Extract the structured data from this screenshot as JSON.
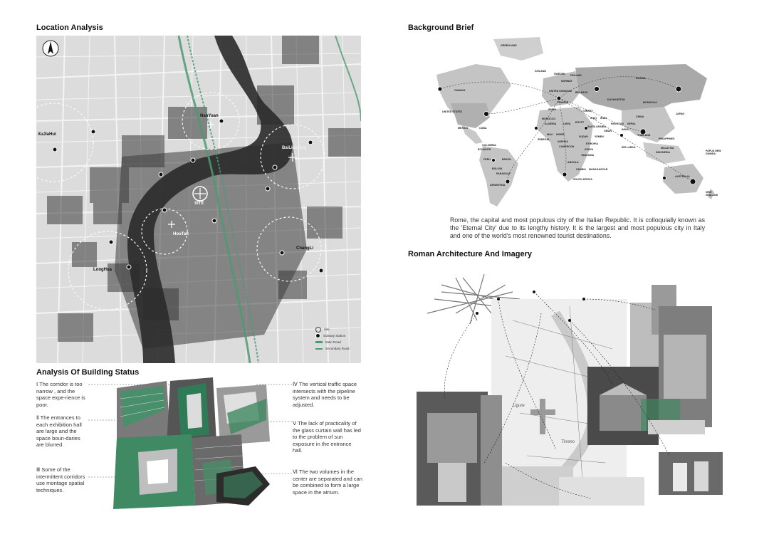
{
  "location": {
    "title": "Location Analysis",
    "places": {
      "nanyuan": "NanYuan",
      "xujiahui": "XuJiaHui",
      "bailianjing": "BaiLianJing",
      "site": "SITE",
      "houtan": "HouTan",
      "chuanbai": "ChangLi",
      "longhua": "LongHua"
    },
    "legend": [
      "Site",
      "Subway Station",
      "Main Road",
      "Secondary Road"
    ]
  },
  "building_status": {
    "title": "Analysis Of Building Status",
    "notes_left": [
      "Ⅰ  The corridor is too narrow , and the space expe-rience is poor.",
      "Ⅱ  The entrances to each exhibition hall are large and the space boun-daries are blurred.",
      "Ⅲ  Some of the intermittent corridors use montage spatial techniques."
    ],
    "notes_right": [
      "Ⅳ  The vertical traffic space intersects with the pipeline system and needs to be adjusted.",
      "Ⅴ  The lack of practicality of the glass curtain wall has led to the problem of sun exposure in the entrance hall.",
      "Ⅵ  The two volumes in the center are separated and can be combined to form a large space in the atrium."
    ]
  },
  "background": {
    "title": "Background Brief",
    "paragraph": "Rome, the capital and most populous city of the Italian Republic. It is colloquially known as the 'Eternal City' due to its lengthy history.  It is the largest and most populous city in Italy and one of the world's most renowned tourist destinations.",
    "countries": [
      "GREENLAND",
      "ICELAND",
      "SWEDEN",
      "FINLAND",
      "NORWAY",
      "RUSSIA",
      "CANADA",
      "UNITED KINGDOM",
      "BELARUS",
      "KAZAKHSTAN",
      "MONGOLIA",
      "UNITED STATES",
      "SPAIN",
      "FRANCE",
      "TURKEY",
      "CHINA",
      "JAPAN",
      "IRAQ",
      "IRAN",
      "MEXICO",
      "CUBA",
      "MOROCCO",
      "ALGERIA",
      "LIBYA",
      "EGYPT",
      "SAUDI ARABIA",
      "PAKISTAN",
      "INDIA",
      "NEPAL",
      "THAILAND",
      "PHILIPPINES",
      "MALI",
      "NIGER",
      "SUDAN",
      "YEMEN",
      "OMAN",
      "SENEGAL",
      "NIGERIA",
      "ETHIOPIA",
      "COLOMBIA",
      "ECUADOR",
      "PERU",
      "BRAZIL",
      "CAMEROON",
      "KENYA",
      "TANZANIA",
      "MALAYSIA",
      "INDONESIA",
      "PAPUA NEW GUINEA",
      "BOLIVIA",
      "PARAGUAY",
      "ANGOLA",
      "ZAMBIA",
      "MADAGASCAR",
      "SOUTH AFRICA",
      "ARGENTINA",
      "AUSTRALIA",
      "NEW ZEALAND",
      "SRI LANKA"
    ]
  },
  "roman": {
    "title": "Roman Architecture And Imagery",
    "map_labels": [
      "Ligure",
      "Tirreno"
    ]
  }
}
